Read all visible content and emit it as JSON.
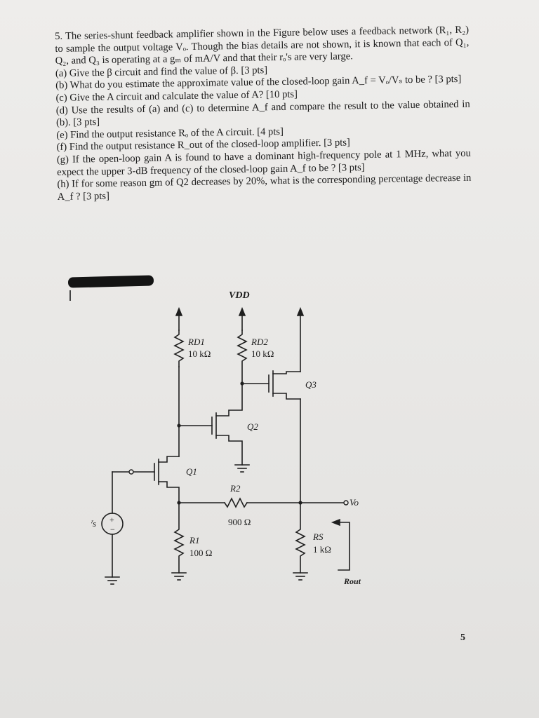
{
  "problem": {
    "number": "5.",
    "intro": "The series-shunt feedback amplifier shown in the Figure below uses a feedback network (R₁, R₂) to sample the output voltage Vₒ. Though the bias details are not shown, it is known that each of Q₁, Q₂, and Q₃ is operating at a gₘ of mA/V and that their rₒ's are very large.",
    "parts": [
      "(a) Give the β circuit and find the value of β. [3 pts]",
      "(b) What do you estimate the approximate value of the closed-loop gain A_f = Vₒ/Vₛ to be ? [3 pts]",
      "(c) Give the A circuit and calculate the value of A? [10 pts]",
      "(d) Use the results of (a) and (c) to determine A_f and compare the result to the value obtained in (b). [3 pts]",
      "(e) Find the output resistance Rₒ of the A circuit. [4 pts]",
      "(f) Find the output resistance R_out of the closed-loop amplifier. [3 pts]",
      "(g) If the open-loop gain A is found to have a dominant high-frequency pole at 1 MHz, what you expect the upper 3-dB frequency of the closed-loop gain A_f to be ? [3 pts]",
      "(h) If for some reason gm of Q2 decreases by 20%, what is the corresponding percentage decrease in A_f ? [3 pts]"
    ]
  },
  "circuit": {
    "vdd": "VDD",
    "rd1_name": "RD1",
    "rd1_value": "10 kΩ",
    "rd2_name": "RD2",
    "rd2_value": "10 kΩ",
    "q1": "Q1",
    "q2": "Q2",
    "q3": "Q3",
    "r1_name": "R1",
    "r1_value": "100 Ω",
    "r2_name": "R2",
    "r2_value": "900 Ω",
    "rs_name": "RS",
    "rs_value": "1 kΩ",
    "vs": "Vs",
    "vo": "Vo",
    "rout": "Rout",
    "plus": "+",
    "minus": "−"
  },
  "page_number": "5"
}
